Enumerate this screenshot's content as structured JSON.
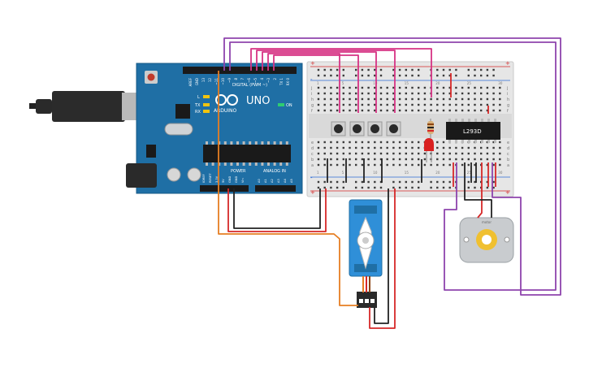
{
  "board": {
    "brand": "UNO",
    "maker": "ARDUINO",
    "on_label": "ON",
    "tx_label": "TX",
    "rx_label": "RX",
    "l_label": "L",
    "digital_label": "DIGITAL (PWM ~)",
    "power_label": "POWER",
    "analog_label": "ANALOG IN",
    "top_pins": [
      "AREF",
      "GND",
      "13",
      "12",
      "~11",
      "~10",
      "~9",
      "8",
      "7",
      "~6",
      "~5",
      "4",
      "~3",
      "2",
      "TX 1",
      "RX 0"
    ],
    "power_pins": [
      "IOREF",
      "RESET",
      "3.3V",
      "5V",
      "GND",
      "GND",
      "Vin"
    ],
    "analog_pins": [
      "A0",
      "A1",
      "A2",
      "A3",
      "A4",
      "A5"
    ]
  },
  "breadboard": {
    "row_letters_top": [
      "j",
      "i",
      "h",
      "g",
      "f"
    ],
    "row_letters_bottom": [
      "e",
      "d",
      "c",
      "b",
      "a"
    ],
    "column_numbers": [
      "1",
      "5",
      "10",
      "15",
      "20",
      "25",
      "30"
    ],
    "rail_plus": "+",
    "rail_minus": "-"
  },
  "components": {
    "ic_label": "L293D",
    "motor_label": "motor",
    "buttons_count": 4
  },
  "colors": {
    "arduino_blue": "#1f6fa5",
    "wire_magenta": "#d63384",
    "wire_purple": "#8e44ad",
    "wire_orange": "#e67e22",
    "wire_red": "#d62828",
    "wire_black": "#222222",
    "servo_blue": "#2f8fd8",
    "led_red": "#d92020"
  }
}
